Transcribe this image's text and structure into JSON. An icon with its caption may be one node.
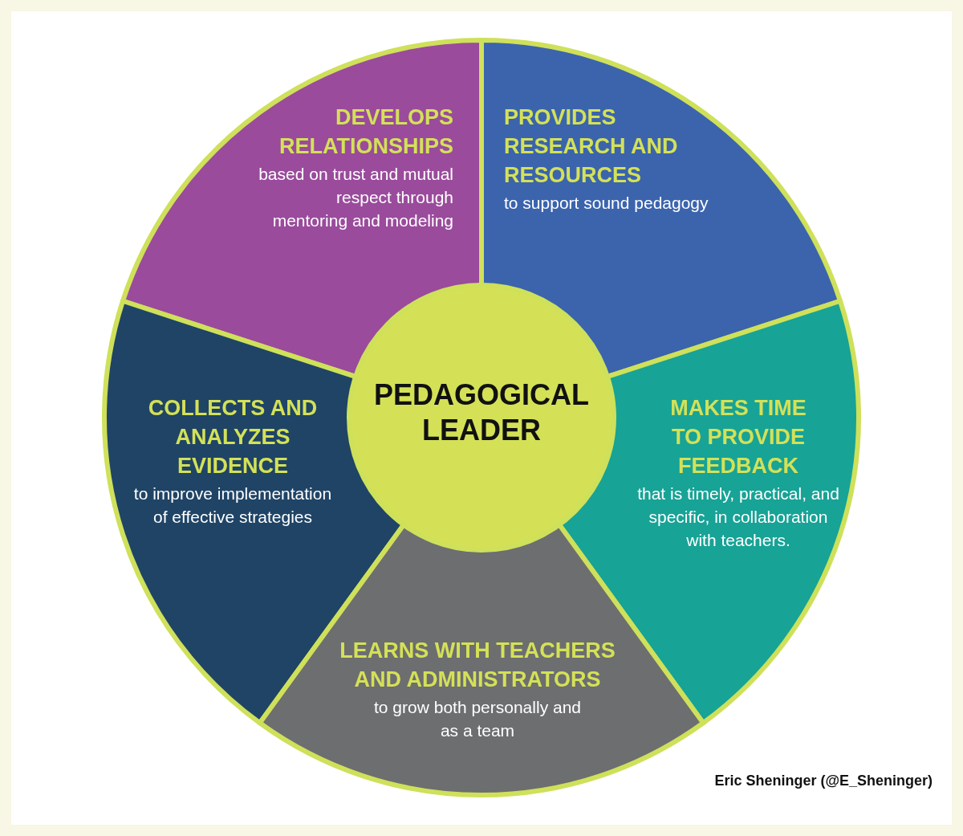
{
  "diagram": {
    "nodes": [
      {
        "text": [
          "DEVELOPS RELATIONSHIPS",
          "based on trust and mutual respect through mentoring and modeling"
        ]
      },
      {
        "text": [
          "PROVIDES RESEARCH AND RESOURCES",
          "to support sound pedagogy"
        ]
      },
      {
        "text": [
          "COLLECTS AND ANALYZES EVIDENCE",
          "to improve implementation of effective strategies"
        ]
      },
      {
        "text": [
          "PEDAGOGICAL LEADER"
        ]
      },
      {
        "text": [
          "MAKES TIME TO PROVIDE FEEDBACK",
          "that is timely, practical, and specific, in collaboration with teachers."
        ]
      },
      {
        "text": [
          "LEARNS WITH TEACHERS AND ADMINISTRATORS",
          "to grow both personally and as a team"
        ]
      }
    ],
    "edges": [],
    "labels": [
      "Eric Sheninger (@E_Sheninger)"
    ]
  }
}
